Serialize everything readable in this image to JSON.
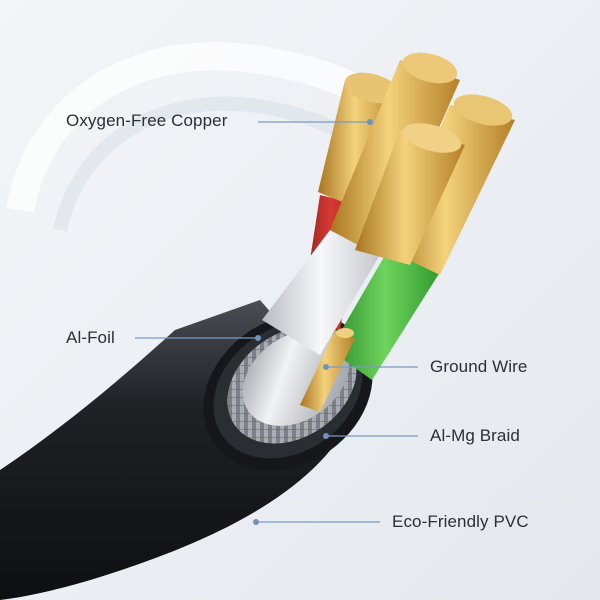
{
  "callouts": {
    "copper": "Oxygen-Free Copper",
    "foil": "Al-Foil",
    "ground": "Ground Wire",
    "braid": "Al-Mg Braid",
    "pvc": "Eco-Friendly PVC"
  },
  "colors": {
    "background": "#eef0f3",
    "leader_line": "#7a9bbf",
    "copper": "#d9a84a",
    "red_insulation": "#c8302c",
    "white_insulation": "#e6e7ea",
    "green_insulation": "#3fae3a",
    "jacket": "#1d1f22"
  }
}
